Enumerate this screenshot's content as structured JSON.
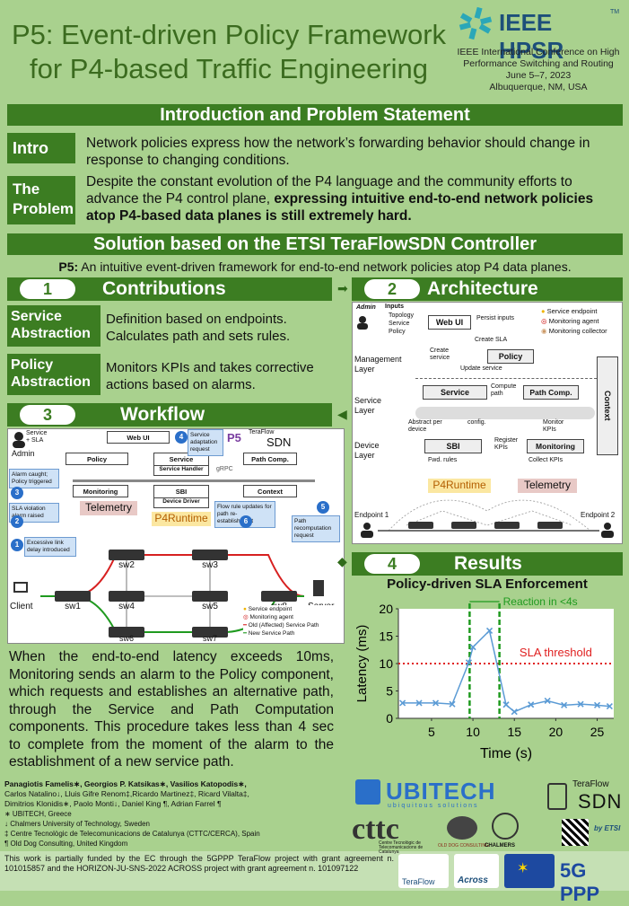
{
  "header": {
    "title_line1": "P5: Event-driven Policy Framework",
    "title_line2": "for P4-based Traffic Engineering",
    "logo_text": "IEEE HPSR",
    "logo_tm": "TM",
    "conference": [
      "IEEE International Conference on High",
      "Performance Switching and Routing",
      "June 5–7, 2023",
      "Albuquerque, NM, USA"
    ]
  },
  "intro_section": {
    "banner": "Introduction and Problem Statement",
    "intro_tag": "Intro",
    "intro_text": "Network policies express how the network’s forwarding behavior should change in response to changing conditions.",
    "problem_tag_1": "The",
    "problem_tag_2": "Problem",
    "problem_text_plain": "Despite the constant evolution of the P4 language and the community efforts to advance the P4 control plane, ",
    "problem_text_bold": "expressing intuitive end-to-end network policies atop P4-based data planes is still extremely hard."
  },
  "solution": {
    "banner": "Solution based on the ETSI TeraFlowSDN Controller",
    "p5_label": "P5:",
    "p5_text": " An intuitive event-driven framework for end-to-end network policies atop P4 data planes."
  },
  "contributions": {
    "num": "1",
    "title": "Contributions",
    "items": [
      {
        "tag1": "Service",
        "tag2": "Abstraction",
        "line1": "Definition based on endpoints.",
        "line2": "Calculates path and sets rules."
      },
      {
        "tag1": "Policy",
        "tag2": "Abstraction",
        "line1": "Monitors KPIs and takes corrective",
        "line2": "actions based on alarms."
      }
    ]
  },
  "workflow": {
    "num": "3",
    "title": "Workflow",
    "admin": "Admin",
    "service_sla": "Service\n+ SLA",
    "boxes": {
      "webui": "Web UI",
      "policy": "Policy",
      "service": "Service",
      "service_handler": "Service Handler",
      "path_comp": "Path Comp.",
      "monitoring": "Monitoring",
      "sbi": "SBI",
      "device_driver": "Device Driver",
      "context": "Context"
    },
    "grpc": "gRPC",
    "p5": "P5",
    "teraflow": "TeraFlow",
    "sdn": "SDN",
    "callouts": [
      {
        "n": "1",
        "text": "Excessive link delay introduced"
      },
      {
        "n": "2",
        "text": "SLA violation alarm raised"
      },
      {
        "n": "3",
        "text": "Alarm caught; Policy triggered"
      },
      {
        "n": "4",
        "text": "Service adaptation request"
      },
      {
        "n": "5",
        "text": "Path recomputation request"
      },
      {
        "n": "6",
        "text": "Flow rule updates for path re-establishment"
      }
    ],
    "telemetry": "Telemetry",
    "p4runtime": "P4Runtime",
    "switches": [
      "sw1",
      "sw2",
      "sw3",
      "sw4",
      "sw5",
      "sw6",
      "sw7",
      "sw8"
    ],
    "client": "Client",
    "server": "Server",
    "legend": [
      "Service endpoint",
      "Monitoring agent",
      "Old (Affected) Service Path",
      "New Service Path"
    ],
    "description": "When the end-to-end latency exceeds 10ms, Monitoring sends an alarm to the Policy component, which requests and establishes an alternative path, through the Service and Path Computation components. This procedure takes less than 4 sec to complete from the moment of the alarm to the establishment of a new service path."
  },
  "architecture": {
    "num": "2",
    "title": "Architecture",
    "admin": "Admin",
    "inputs": "Inputs",
    "input_items": [
      "Topology",
      "Service",
      "Policy"
    ],
    "webui": "Web UI",
    "persist": "Persist inputs",
    "create_sla": "Create SLA",
    "create_service": "Create service",
    "policy": "Policy",
    "update_service": "Update service",
    "service": "Service",
    "compute_path": "Compute path",
    "path_comp": "Path Comp.",
    "context": "Context",
    "abstract": "Abstract per device",
    "config": "config.",
    "monitor_kpis": "Monitor KPIs",
    "sbi": "SBI",
    "register_kpis": "Register KPIs",
    "monitoring": "Monitoring",
    "fwd_rules": "Fwd. rules",
    "collect_kpis": "Collect KPIs",
    "layers": [
      "Management Layer",
      "Service Layer",
      "Device Layer"
    ],
    "legend": [
      "Service endpoint",
      "Monitoring agent",
      "Monitoring collector"
    ],
    "p4runtime": "P4Runtime",
    "telemetry": "Telemetry",
    "endpoint1": "Endpoint 1",
    "endpoint2": "Endpoint 2"
  },
  "results": {
    "num": "4",
    "title": "Results",
    "chart_title": "Policy-driven SLA Enforcement",
    "reaction": "Reaction in <4s",
    "sla_label": "SLA threshold"
  },
  "chart_data": {
    "type": "line",
    "title": "Policy-driven SLA Enforcement",
    "xlabel": "Time (s)",
    "ylabel": "Latency (ms)",
    "xlim": [
      1,
      27
    ],
    "ylim": [
      0,
      20
    ],
    "xticks": [
      5,
      10,
      15,
      20,
      25
    ],
    "yticks": [
      0,
      5,
      10,
      15,
      20
    ],
    "x": [
      1.5,
      3.5,
      5.5,
      7.5,
      9.5,
      10,
      12,
      14,
      15,
      17,
      19,
      21,
      23,
      25,
      26.5
    ],
    "values": [
      2.8,
      2.8,
      2.8,
      2.6,
      10.2,
      13,
      16,
      2.5,
      1.2,
      2.5,
      3.2,
      2.4,
      2.6,
      2.4,
      2.2
    ],
    "threshold": 10,
    "reaction_window": [
      9.6,
      13.2
    ],
    "colors": {
      "line": "#5b9bd5",
      "threshold": "#e02020",
      "window": "#1f9a1f"
    }
  },
  "footer": {
    "authors": [
      "Panagiotis Famelis∗, Georgios P. Katsikas∗, Vasilios Katopodis∗,",
      "Carlos Natalino↓, Lluis Gifre Renom‡,Ricardo Martinez‡, Ricard Vilalta‡,",
      "Dimitrios Klonidis∗, Paolo Monti↓, Daniel King ¶, Adrian Farrel ¶"
    ],
    "affiliations": [
      "∗ UBITECH, Greece",
      "↓ Chalmers University of Technology, Sweden",
      "‡ Centre Tecnològic de Telecomunicacions de Catalunya (CTTC/CERCA), Spain",
      "¶ Old Dog Consulting, United Kingdom"
    ],
    "funding": "This work is partially funded by the EC through the 5GPPP TeraFlow project with grant agreement n. 101015857 and the HORIZON-JU-SNS-2022 ACROSS project with grant agreement n. 101097122",
    "logos": {
      "ubitech": "UBITECH",
      "ubitech_sub": "ubiquitous solutions",
      "cttc": "cttc",
      "cttc_sub": "Centre Tecnològic de Telecomunicacions de Catalunya",
      "olddog": "OLD DOG CONSULTING",
      "chalmers": "CHALMERS",
      "teraflow": "TeraFlow",
      "sdn": "SDN",
      "by_etsi": "by ETSI",
      "teraflow2": "TeraFlow",
      "across": "Across",
      "fiveg": "5G PPP"
    }
  },
  "colors": {
    "background": "#a9d18e",
    "banner": "#3c7d22",
    "title": "#3b6b1f"
  }
}
